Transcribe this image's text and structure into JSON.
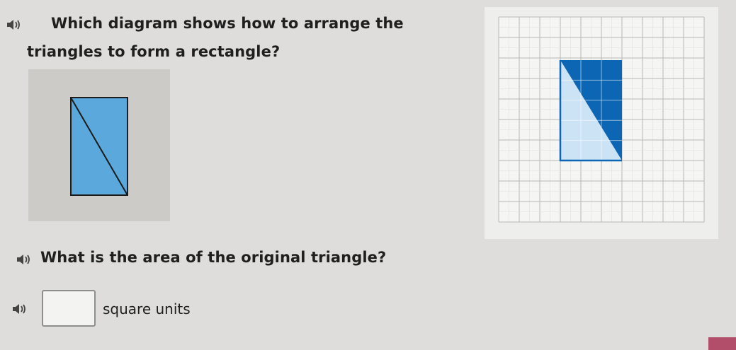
{
  "question1": {
    "line1": "Which diagram shows how to arrange the",
    "line2": "triangles to form a rectangle?"
  },
  "question2": {
    "text": "What is the area of the original triangle?"
  },
  "answer": {
    "value": "",
    "units": "square units"
  },
  "icons": {
    "audio": "speaker-icon"
  },
  "colors": {
    "background": "#dedddc",
    "choice_card": "#cdcbc8",
    "rectangle_fill": "#5aa8dc",
    "triangle_dark": "#0c66b3",
    "triangle_light": "#cce3f5",
    "accent_button": "#b24e6a"
  }
}
